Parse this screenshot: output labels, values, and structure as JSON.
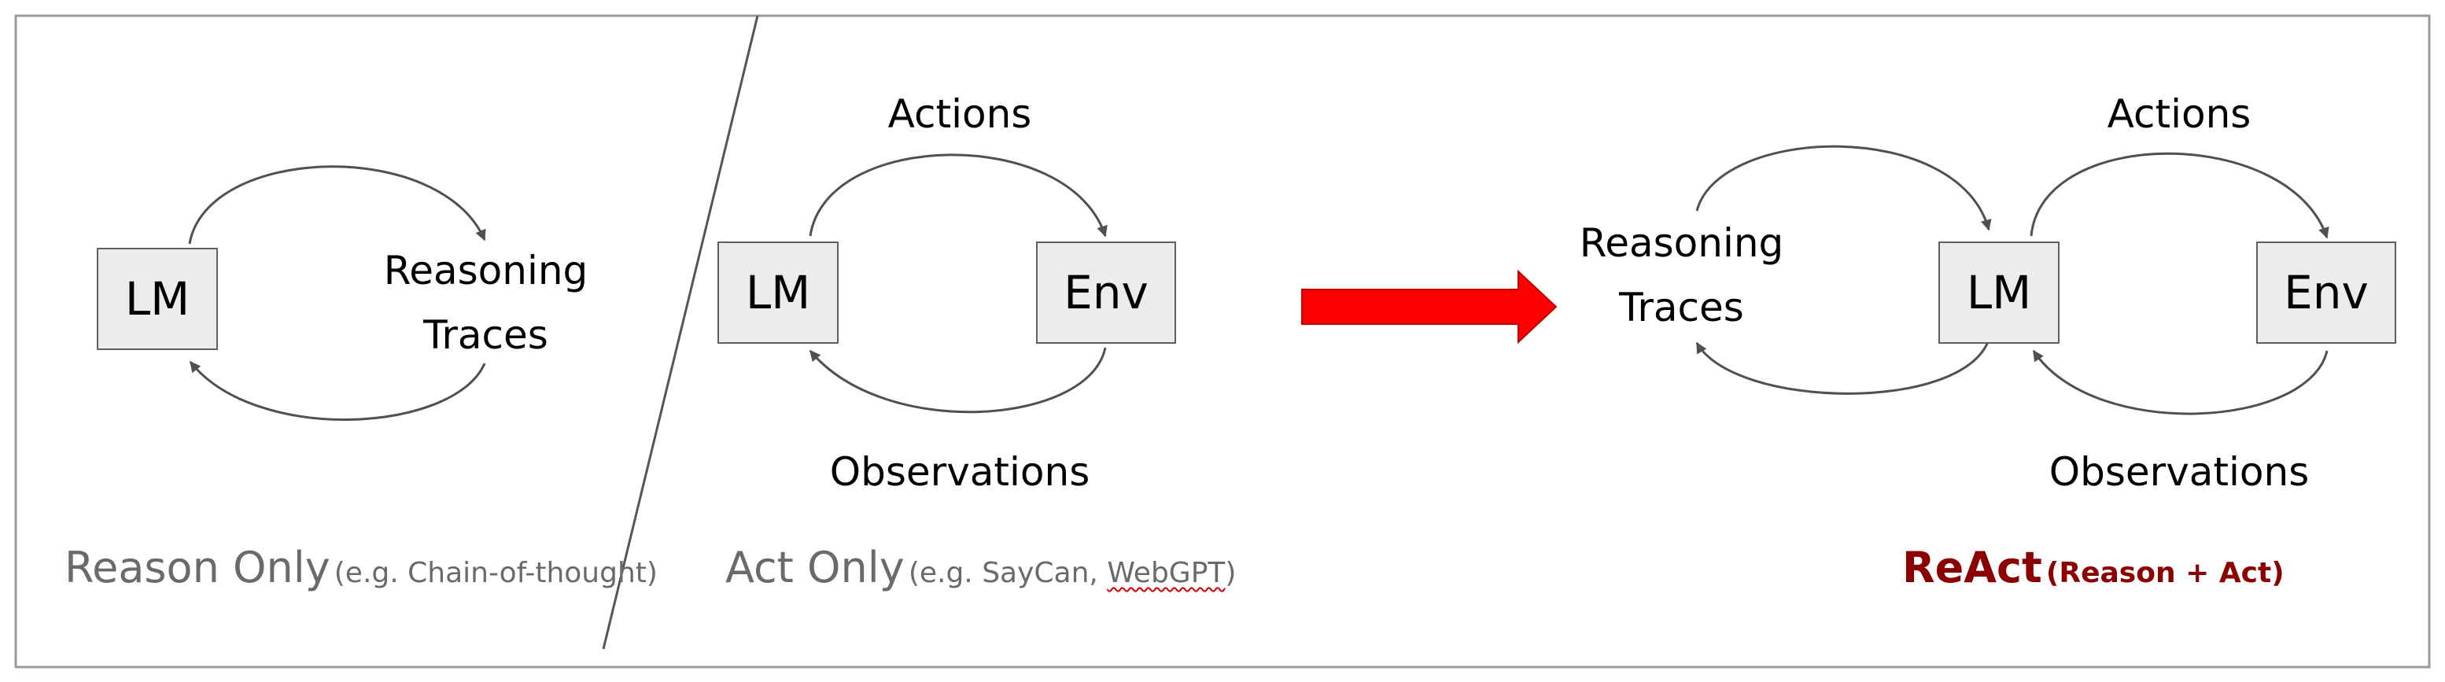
{
  "panels": {
    "reason_only": {
      "lm": "LM",
      "reasoning_line1": "Reasoning",
      "reasoning_line2": "Traces",
      "caption_main": "Reason Only",
      "caption_sub": "(e.g. Chain-of-thought)"
    },
    "act_only": {
      "lm": "LM",
      "env": "Env",
      "actions": "Actions",
      "observations": "Observations",
      "caption_main": "Act Only",
      "caption_sub_prefix": "(e.g. SayCan, ",
      "caption_sub_flagged": "WebGPT",
      "caption_sub_suffix": ")"
    },
    "react": {
      "reasoning_line1": "Reasoning",
      "reasoning_line2": "Traces",
      "lm": "LM",
      "env": "Env",
      "actions": "Actions",
      "observations": "Observations",
      "caption_main": "ReAct",
      "caption_sub": "(Reason + Act)"
    }
  },
  "colors": {
    "border": "#9a9a9a",
    "box_fill": "#ececec",
    "box_stroke": "#5f5f5f",
    "arrow": "#505050",
    "big_arrow": "#ff0000",
    "caption_gray": "#6a6a6a",
    "react_red": "#8b0000"
  }
}
